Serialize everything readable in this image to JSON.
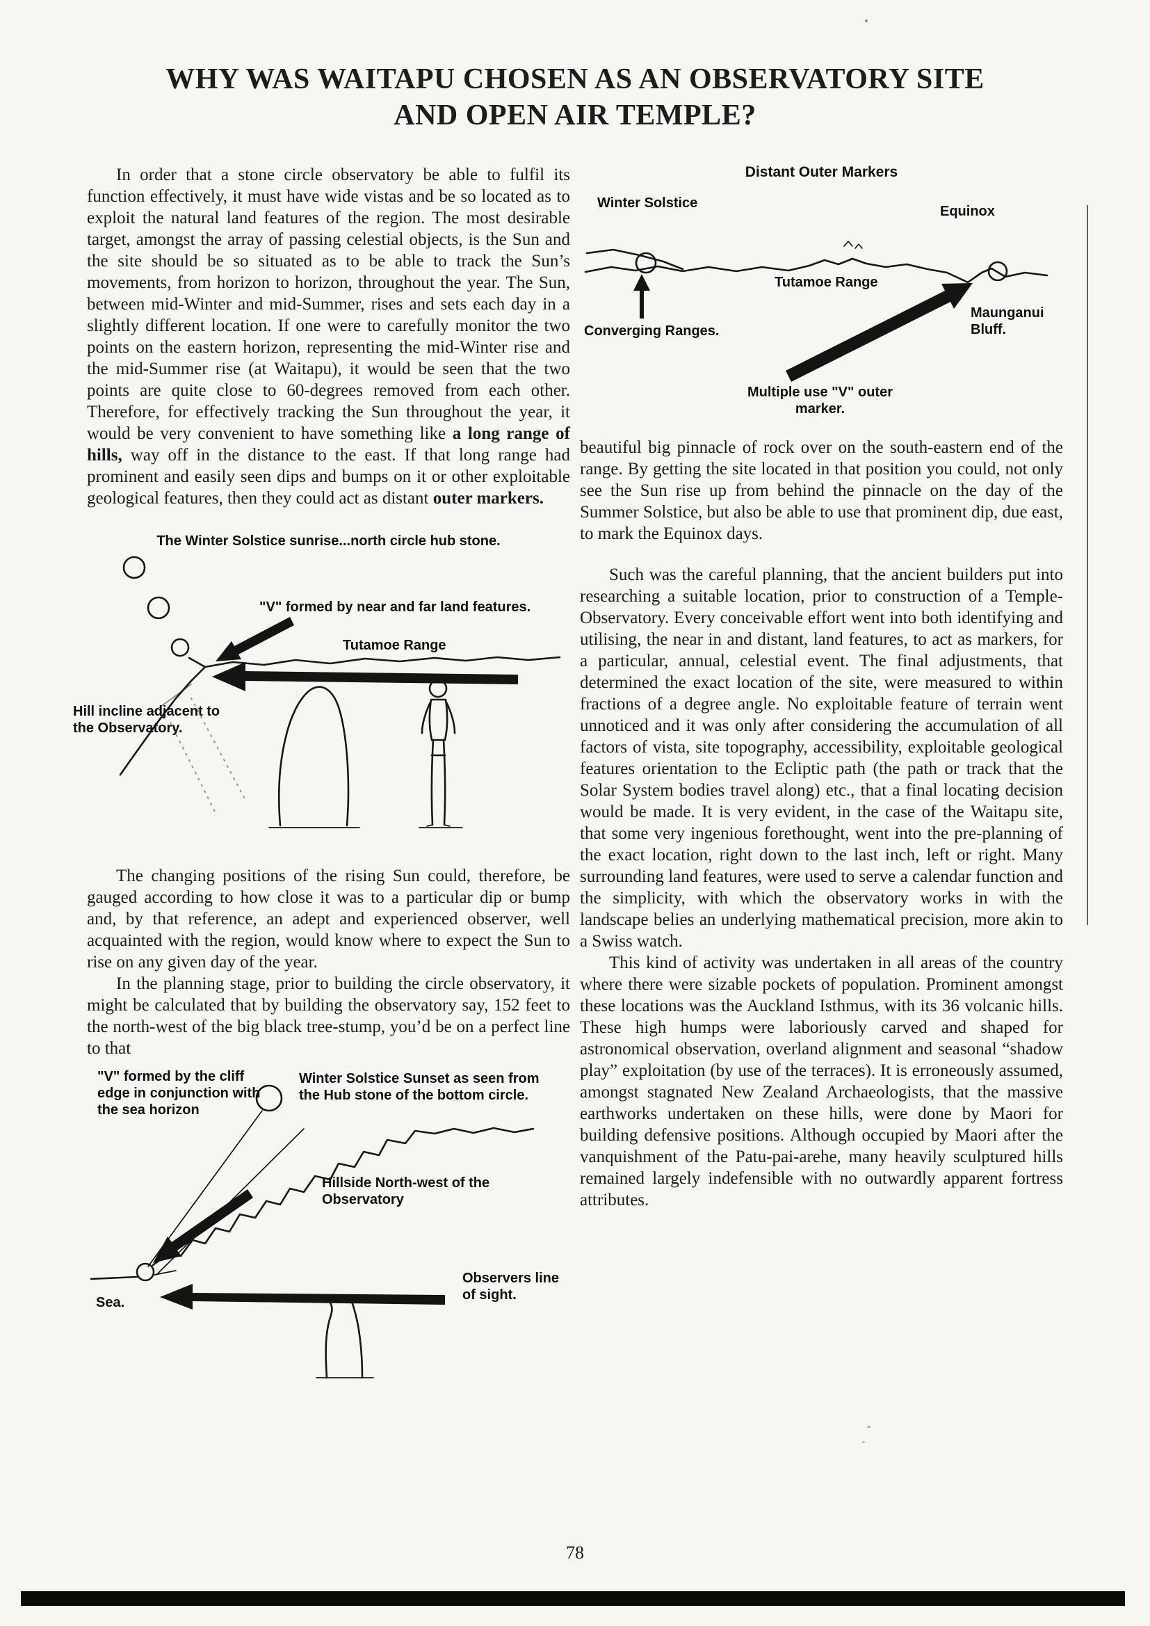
{
  "page": {
    "title_line1": "WHY WAS WAITAPU CHOSEN AS AN OBSERVATORY SITE",
    "title_line2": "AND OPEN AIR TEMPLE?",
    "page_number": "78"
  },
  "left_column": {
    "para1": [
      {
        "text": "In order that a stone circle observatory be able to fulfil its function effectively, it must have wide vistas and be so located as to exploit the natural land features of the region. The most desirable target, amongst the array of passing celestial objects, is the Sun and the site should be so situated as to be able to track the Sun’s movements, from horizon to horizon, throughout the year. The Sun, between mid-Winter and mid-Summer, rises and sets each day in a slightly different location. If one were to carefully monitor the two points on the eastern horizon, representing the mid-Winter rise and the mid-Summer rise (at Waitapu), it would be seen that the two points are quite close to 60-degrees removed from each other. Therefore, for effectively tracking the Sun throughout the year, it would be very convenient to have something like ",
        "bold": false
      },
      {
        "text": "a long range of hills,",
        "bold": true
      },
      {
        "text": " way off in the distance to the east. If that long range had prominent and easily seen dips and bumps on it or other exploitable geological features, then they could act as distant ",
        "bold": false
      },
      {
        "text": "outer markers.",
        "bold": true
      }
    ],
    "para2": "The changing positions of the rising Sun could, therefore, be gauged according to how close it was to a particular dip or bump and, by that reference, an adept and experienced observer, well acquainted with the region, would know where to expect the Sun to rise on any given day of the year.",
    "para3": "In the planning stage, prior to building the circle observatory, it might be calculated that by building the observatory say, 152 feet to the north-west of the big black tree-stump, you’d be on a perfect line to that"
  },
  "right_column": {
    "para1": "beautiful big pinnacle of rock over on the south-eastern end of the range. By getting the site located in that position you could, not only see the Sun rise up from behind the pinnacle on the day of the Summer Solstice, but also be able to use that prominent dip, due east, to mark the Equinox days.",
    "para2": "Such was the careful planning, that the ancient builders put into researching a suitable location, prior to construction of a Temple-Observatory. Every conceivable effort went into both identifying and utilising, the near in and distant, land features, to act as markers, for a particular, annual, celestial event. The final adjustments, that determined the exact location of the site, were measured to within fractions of a degree angle. No exploitable feature of terrain went unnoticed and it was only after considering the accumulation of all factors of vista, site topography, accessibility, exploitable geological features orientation to the Ecliptic path (the path or track that the Solar System bodies travel along) etc., that a final locating decision would be made. It is very evident, in the case of the Waitapu site, that some very ingenious forethought, went into the pre-planning of the exact location, right down to the last inch, left or right. Many surrounding land features, were used to serve a calendar function and the simplicity, with which the observatory works in with the landscape belies an underlying mathematical precision, more akin to a Swiss watch.",
    "para3": "This kind of activity was undertaken in all areas of the country where there were sizable pockets of population. Prominent amongst these locations was the Auckland Isthmus, with its 36 volcanic hills. These high humps were laboriously carved and shaped for astronomical observation, overland alignment and seasonal “shadow play” exploitation (by use of the terraces). It is erroneously assumed, amongst stagnated New Zealand Archaeologists, that the massive earthworks undertaken on these hills, were done by Maori for building defensive positions. Although occupied by Maori after the vanquishment of the Patu-pai-arehe, many heavily sculptured hills remained largely indefensible with no outwardly apparent fortress attributes."
  },
  "diagram_distant_markers": {
    "title": "Distant Outer Markers",
    "winter_solstice": "Winter Solstice",
    "equinox": "Equinox",
    "tutamoe_range": "Tutamoe Range",
    "converging_ranges": "Converging Ranges.",
    "maunganui_bluff": "Maunganui Bluff.",
    "multiple_use_v": "Multiple use \"V\" outer marker."
  },
  "diagram_winter_sunrise": {
    "caption": "The Winter Solstice sunrise...north circle hub stone.",
    "v_label": "\"V\" formed by near and far land features.",
    "tutamoe_range": "Tutamoe Range",
    "hill_incline": "Hill incline adjacent to the Observatory."
  },
  "diagram_winter_sunset": {
    "v_label": "\"V\" formed by the cliff edge in conjunction with the sea horizon",
    "sunset_label": "Winter Solstice Sunset as seen from the Hub stone of the bottom circle.",
    "hillside_label": "Hillside North-west of the Observatory",
    "sea_label": "Sea.",
    "observers_label": "Observers line of sight."
  }
}
